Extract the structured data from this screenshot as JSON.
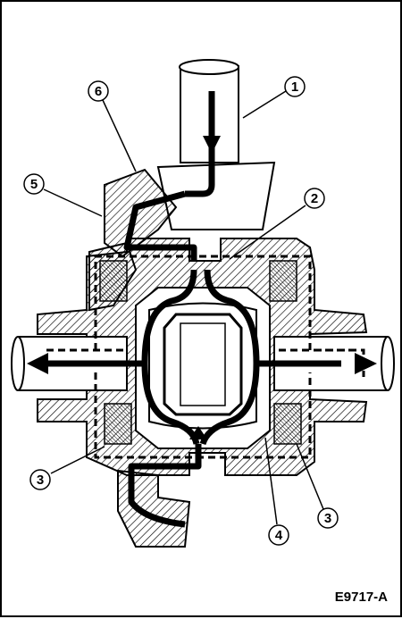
{
  "figure": {
    "code": "E9717-A",
    "callouts": [
      "1",
      "2",
      "3",
      "3",
      "4",
      "5",
      "6"
    ]
  },
  "colors": {
    "ink": "#000000",
    "paper": "#ffffff",
    "hatch": "#000000"
  }
}
